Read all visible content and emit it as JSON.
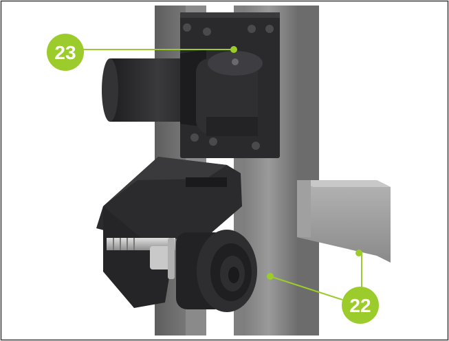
{
  "callouts": [
    {
      "id": "23",
      "label": "23"
    },
    {
      "id": "22",
      "label": "22"
    }
  ],
  "colors": {
    "accent": "#9ccc2c",
    "frame_border": "#3a3a3a",
    "post": "#8c8c8c",
    "hardware": "#2b2b2d",
    "background": "#ffffff"
  }
}
